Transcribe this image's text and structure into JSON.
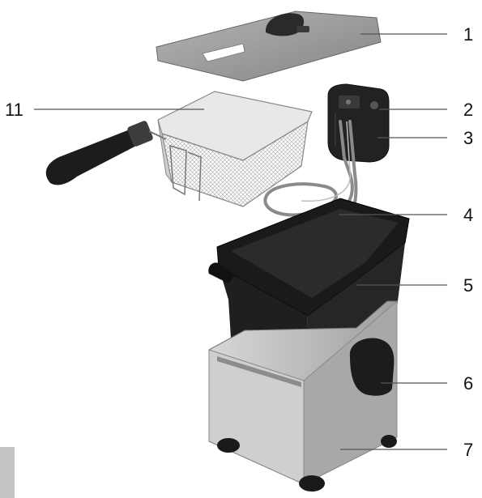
{
  "diagram": {
    "callouts": [
      {
        "id": "c1",
        "number": "1"
      },
      {
        "id": "c2",
        "number": "2"
      },
      {
        "id": "c3",
        "number": "3"
      },
      {
        "id": "c4",
        "number": "4"
      },
      {
        "id": "c5",
        "number": "5"
      },
      {
        "id": "c6",
        "number": "6"
      },
      {
        "id": "c7",
        "number": "7"
      },
      {
        "id": "c11",
        "number": "11"
      }
    ]
  },
  "colors": {
    "lid": "#9a9a9a",
    "dark_plastic": "#1e1e1e",
    "basket_mesh": "#b9b9b9",
    "steel_housing": "#bdbdbd",
    "leader_line": "#555555"
  }
}
